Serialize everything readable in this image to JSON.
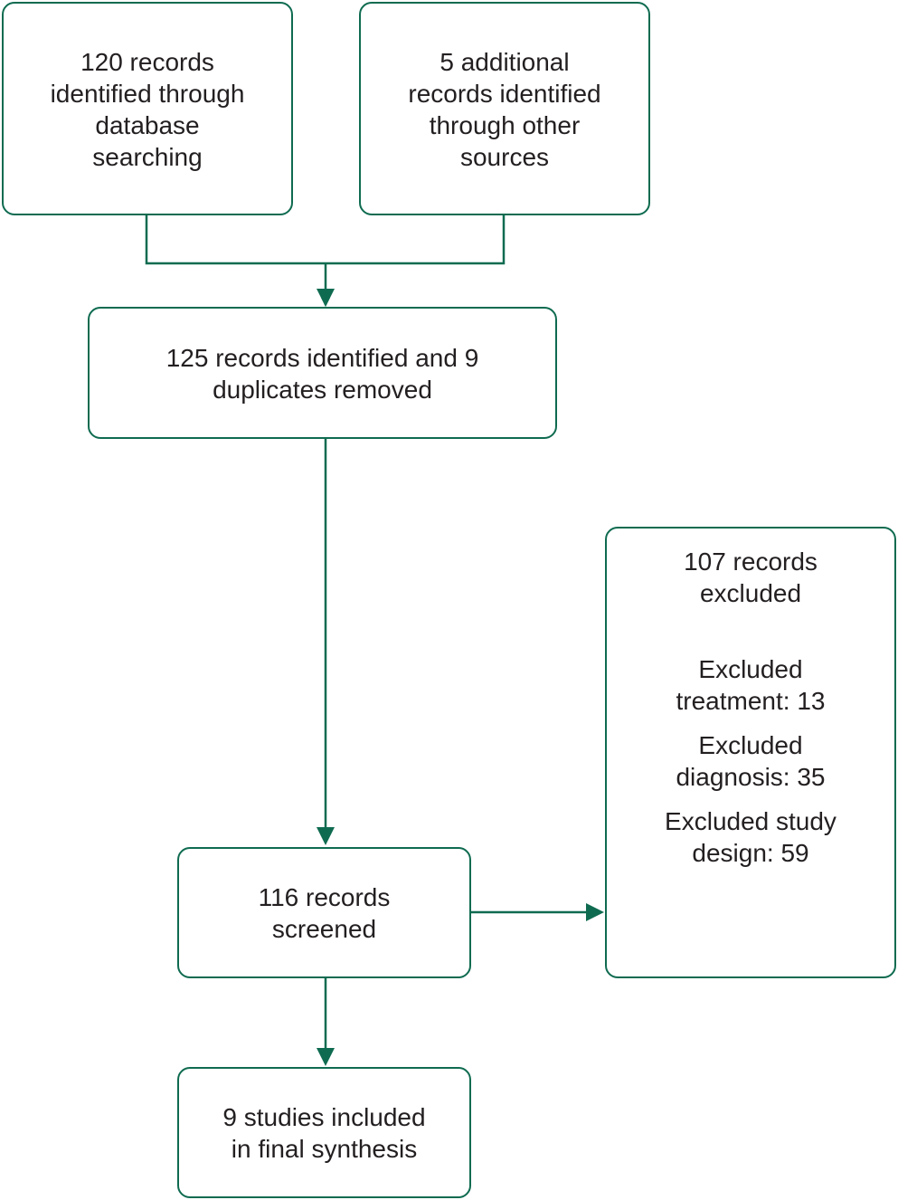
{
  "flow": {
    "records_database": [
      "120 records",
      "identified through",
      "database",
      "searching"
    ],
    "records_other": [
      "5 additional",
      "records identified",
      "through other",
      "sources"
    ],
    "records_identified": [
      "125 records identified and 9",
      "duplicates removed"
    ],
    "records_screened": [
      "116 records",
      "screened"
    ],
    "records_excluded": {
      "total": [
        "107 records",
        "excluded"
      ],
      "treatment": [
        "Excluded",
        "treatment: 13"
      ],
      "diagnosis": [
        "Excluded",
        "diagnosis: 35"
      ],
      "study_design": [
        "Excluded study",
        "design: 59"
      ]
    },
    "studies_included": [
      "9 studies included",
      "in final synthesis"
    ]
  },
  "colors": {
    "stroke": "#0f6b50",
    "text": "#231f20"
  }
}
